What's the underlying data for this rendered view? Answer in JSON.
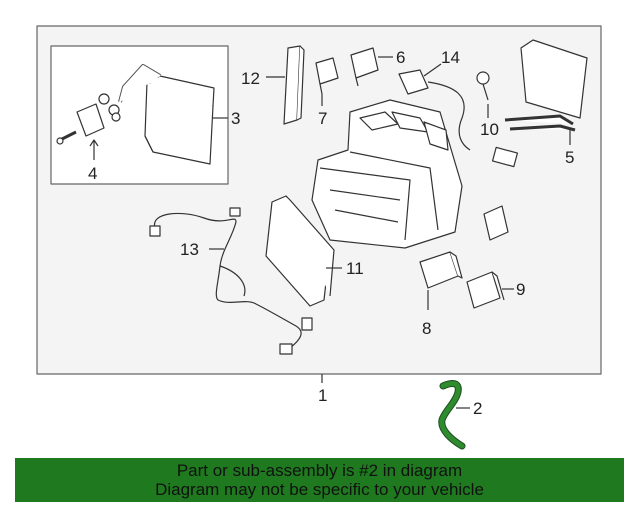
{
  "callouts": {
    "c1": "1",
    "c2": "2",
    "c3": "3",
    "c4": "4",
    "c5": "5",
    "c6": "6",
    "c7": "7",
    "c8": "8",
    "c9": "9",
    "c10": "10",
    "c11": "11",
    "c12": "12",
    "c13": "13",
    "c14": "14"
  },
  "banner": {
    "line1": "Part or sub-assembly is #2 in diagram",
    "line2": "Diagram may not be specific to your vehicle"
  },
  "colors": {
    "highlight_part": "#2e8b2e",
    "banner_bg": "#1f7a1f"
  }
}
